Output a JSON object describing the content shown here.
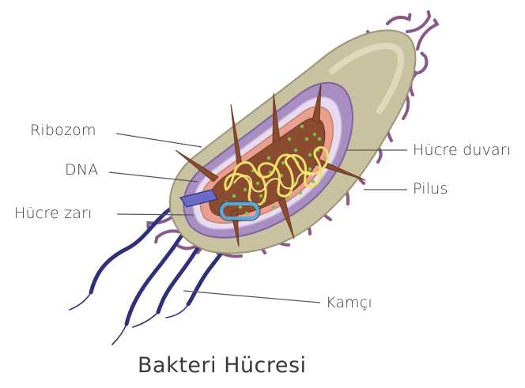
{
  "title": "Bakteri Hücresi",
  "labels": {
    "ribozom": "Ribozom",
    "dna": "DNA",
    "hucre_zari": "Hücre zarı",
    "hucre_duvari": "Hücre duvarı",
    "pilus": "Pilus",
    "kamci": "Kamçı"
  },
  "colors": {
    "capsule": "#c9c2a0",
    "cell_wall": "#a98ec4",
    "membrane": "#e7dcef",
    "cytoplasm": "#e9a08f",
    "nucleoid_area": "#8a4b2e",
    "dna": "#f2e06a",
    "ribosome": "#7ec24a",
    "pilus": "#8a5a86",
    "flagellum": "#2f2f7a",
    "plasmid": "#5aa9d6"
  }
}
